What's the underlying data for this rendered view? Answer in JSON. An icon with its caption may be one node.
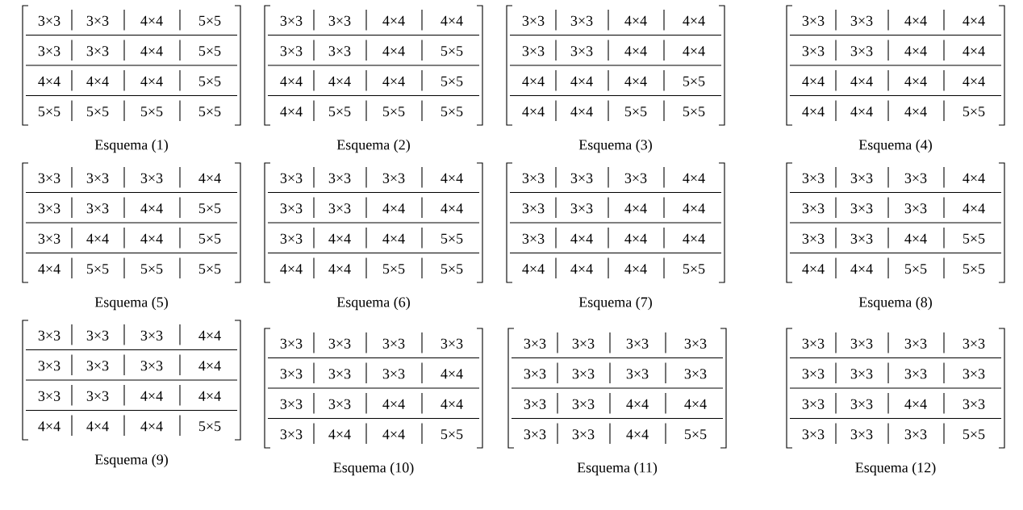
{
  "diagram": {
    "labels": [
      "3×3",
      "3×3",
      "4×4",
      "5×5",
      "3×3",
      "3×3",
      "4×4",
      "5×5",
      "4×4",
      "4×4",
      "4×4",
      "5×5",
      "5×5",
      "5×5",
      "5×5",
      "5×5",
      "Esquema (1)",
      "3×3",
      "3×3",
      "4×4",
      "4×4",
      "3×3",
      "3×3",
      "4×4",
      "5×5",
      "4×4",
      "4×4",
      "4×4",
      "5×5",
      "4×4",
      "5×5",
      "5×5",
      "5×5",
      "Esquema (2)",
      "3×3",
      "3×3",
      "4×4",
      "4×4",
      "3×3",
      "3×3",
      "4×4",
      "4×4",
      "4×4",
      "4×4",
      "4×4",
      "5×5",
      "4×4",
      "4×4",
      "5×5",
      "5×5",
      "Esquema (3)",
      "3×3",
      "3×3",
      "4×4",
      "4×4",
      "3×3",
      "3×3",
      "4×4",
      "4×4",
      "4×4",
      "4×4",
      "4×4",
      "4×4",
      "4×4",
      "4×4",
      "4×4",
      "5×5",
      "Esquema (4)",
      "3×3",
      "3×3",
      "3×3",
      "4×4",
      "3×3",
      "3×3",
      "4×4",
      "5×5",
      "3×3",
      "4×4",
      "4×4",
      "5×5",
      "4×4",
      "5×5",
      "5×5",
      "5×5",
      "Esquema (5)",
      "3×3",
      "3×3",
      "3×3",
      "4×4",
      "3×3",
      "3×3",
      "4×4",
      "4×4",
      "3×3",
      "4×4",
      "4×4",
      "5×5",
      "4×4",
      "4×4",
      "5×5",
      "5×5",
      "Esquema (6)",
      "3×3",
      "3×3",
      "3×3",
      "4×4",
      "3×3",
      "3×3",
      "4×4",
      "4×4",
      "3×3",
      "4×4",
      "4×4",
      "4×4",
      "4×4",
      "4×4",
      "4×4",
      "5×5",
      "Esquema (7)",
      "3×3",
      "3×3",
      "3×3",
      "4×4",
      "3×3",
      "3×3",
      "3×3",
      "4×4",
      "3×3",
      "3×3",
      "4×4",
      "5×5",
      "4×4",
      "4×4",
      "5×5",
      "5×5",
      "Esquema (8)",
      "3×3",
      "3×3",
      "3×3",
      "4×4",
      "3×3",
      "3×3",
      "3×3",
      "4×4",
      "3×3",
      "3×3",
      "4×4",
      "4×4",
      "4×4",
      "4×4",
      "4×4",
      "5×5",
      "Esquema (9)",
      "3×3",
      "3×3",
      "3×3",
      "3×3",
      "3×3",
      "3×3",
      "3×3",
      "4×4",
      "3×3",
      "3×3",
      "4×4",
      "4×4",
      "3×3",
      "4×4",
      "4×4",
      "5×5",
      "Esquema (10)",
      "3×3",
      "3×3",
      "3×3",
      "3×3",
      "3×3",
      "3×3",
      "3×3",
      "3×3",
      "3×3",
      "3×3",
      "4×4",
      "4×4",
      "3×3",
      "3×3",
      "4×4",
      "5×5",
      "Esquema (11)",
      "3×3",
      "3×3",
      "3×3",
      "3×3",
      "3×3",
      "3×3",
      "3×3",
      "3×3",
      "3×3",
      "3×3",
      "4×4",
      "3×3",
      "3×3",
      "3×3",
      "3×3",
      "5×5",
      "Esquema (12)"
    ]
  }
}
